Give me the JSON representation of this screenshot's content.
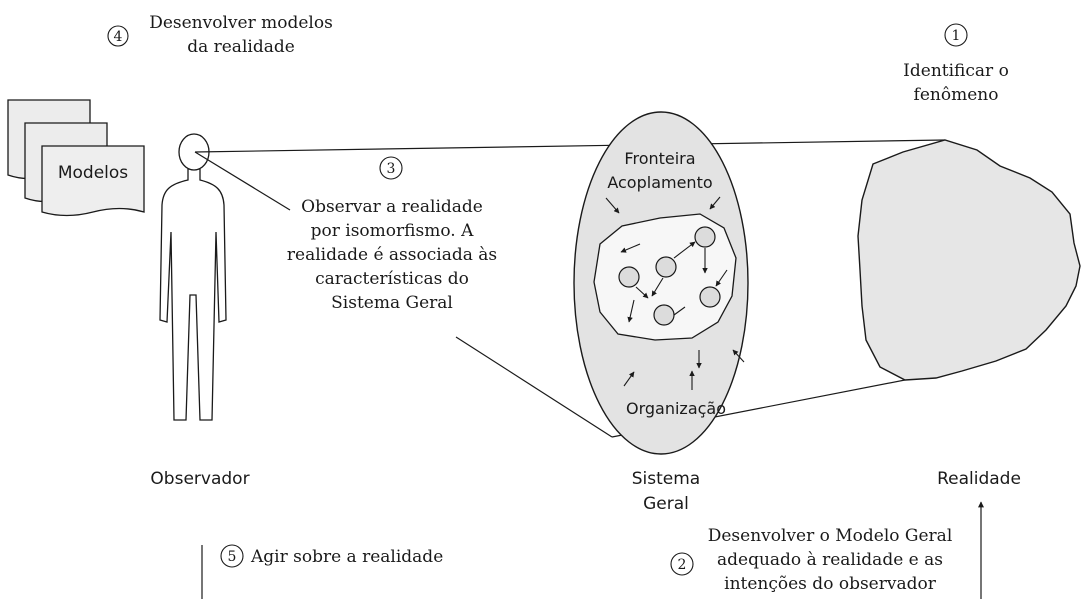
{
  "steps": {
    "s1": {
      "num": "1",
      "line1": "Identificar o",
      "line2": "fenômeno"
    },
    "s2": {
      "num": "2",
      "line1": "Desenvolver o Modelo Geral",
      "line2": "adequado à realidade e as",
      "line3": "intenções do observador"
    },
    "s3": {
      "num": "3",
      "line1": "Observar a realidade",
      "line2": "por isomorfismo. A",
      "line3": "realidade é associada às",
      "line4": "características do",
      "line5": "Sistema Geral"
    },
    "s4": {
      "num": "4",
      "line1": "Desenvolver modelos",
      "line2": "da realidade"
    },
    "s5": {
      "num": "5",
      "line1": "Agir sobre a realidade"
    }
  },
  "labels": {
    "models": "Modelos",
    "observer": "Observador",
    "system_line1": "Sistema",
    "system_line2": "Geral",
    "reality": "Realidade",
    "boundary": "Fronteira",
    "coupling": "Acoplamento",
    "organization": "Organização"
  },
  "colors": {
    "ellipse_fill": "#e3e3e3",
    "shape_fill": "#e6e6e6",
    "inner_fill": "#f7f7f7",
    "node_fill": "#dcdcdc",
    "stroke": "#1a1a1a"
  }
}
